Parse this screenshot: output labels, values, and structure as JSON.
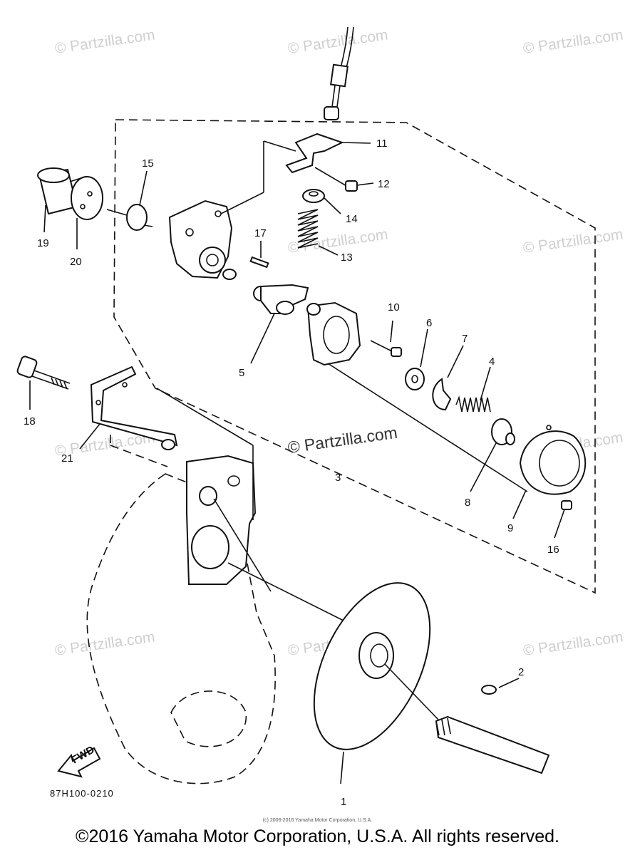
{
  "watermark": "© Partzilla.com",
  "center_watermark": "© Partzilla.com",
  "diagram_code": "87H100-0210",
  "fwd_label": "FWD",
  "small_copyright": "(c) 2006-2016 Yamaha Motor Corporation, U.S.A.",
  "footer_copyright": "©2016 Yamaha Motor Corporation, U.S.A. All rights reserved.",
  "callouts": [
    "1",
    "2",
    "3",
    "4",
    "5",
    "6",
    "7",
    "8",
    "9",
    "10",
    "11",
    "12",
    "13",
    "14",
    "15",
    "16",
    "17",
    "18",
    "19",
    "20",
    "21"
  ]
}
